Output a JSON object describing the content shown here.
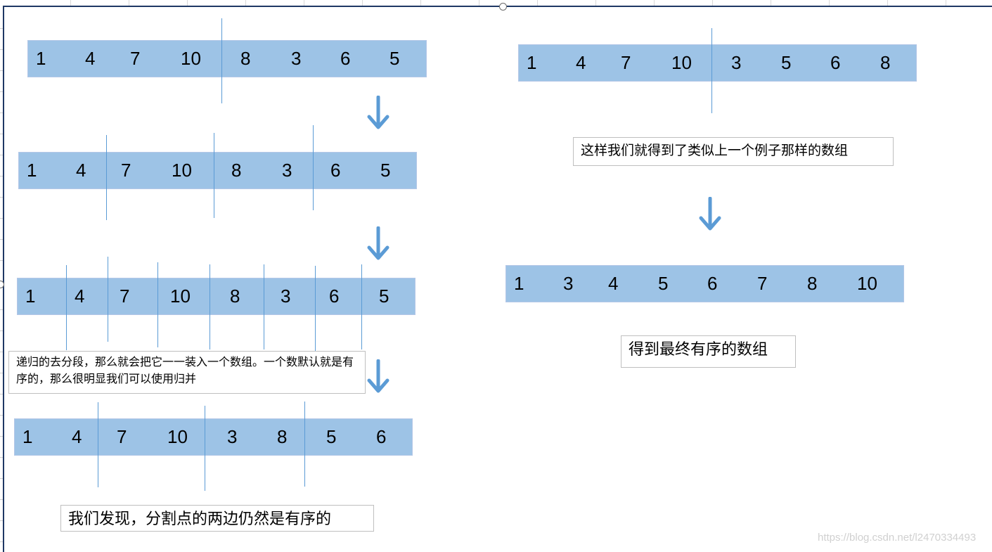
{
  "colors": {
    "bar_fill": "#9dc3e6",
    "split_line": "#5b9bd5",
    "arrow": "#5b9bd5"
  },
  "icons": {
    "arrow": "arrow-down-icon"
  },
  "arrays": {
    "step1": [
      "1",
      "4",
      "7",
      "10",
      "8",
      "3",
      "6",
      "5"
    ],
    "step2": [
      "1",
      "4",
      "7",
      "10",
      "8",
      "3",
      "6",
      "5"
    ],
    "step3": [
      "1",
      "4",
      "7",
      "10",
      "8",
      "3",
      "6",
      "5"
    ],
    "step4": [
      "1",
      "4",
      "7",
      "10",
      "3",
      "8",
      "5",
      "6"
    ],
    "step5": [
      "1",
      "4",
      "7",
      "10",
      "3",
      "5",
      "6",
      "8"
    ],
    "final": [
      "1",
      "3",
      "4",
      "5",
      "6",
      "7",
      "8",
      "10"
    ]
  },
  "notes": {
    "recursion": "递归的去分段，那么就会把它一一装入一个数组。一个数默认就是有序的，那么很明显我们可以使用归并",
    "split_sides": "我们发现，分割点的两边仍然是有序的",
    "similar": "这样我们就得到了类似上一个例子那样的数组",
    "final": "得到最终有序的数组"
  },
  "watermark": "https://blog.csdn.net/l2470334493"
}
